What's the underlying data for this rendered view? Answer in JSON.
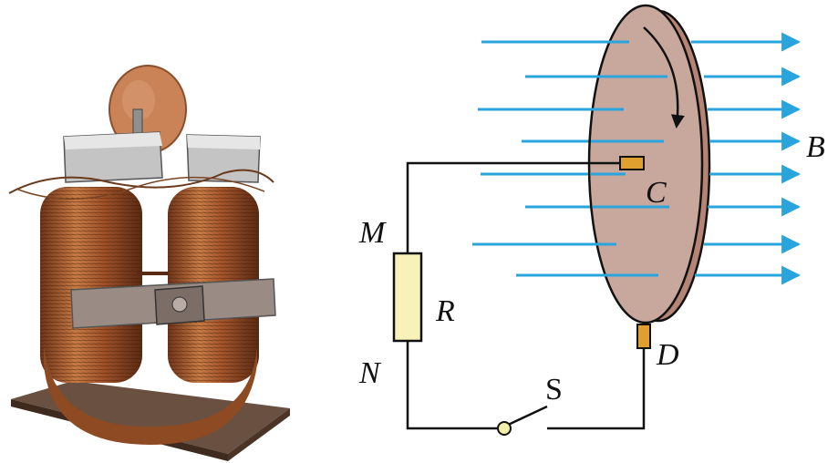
{
  "labels": {
    "M": "M",
    "N": "N",
    "R": "R",
    "S": "S",
    "C": "C",
    "D": "D",
    "B": "B"
  },
  "colors": {
    "field_lines": "#2aa4dc",
    "disk_face": "#c8a89c",
    "disk_rim": "#b58474",
    "wire": "#111111",
    "resistor": "#f8f2b8",
    "brush": "#e0a030",
    "switch_pivot": "#f4f0a8",
    "copper": "#b4622e",
    "base": "#5b4334"
  },
  "icons": {
    "apparatus": "homopolar-generator-photo",
    "rotation": "clockwise-arrow"
  }
}
